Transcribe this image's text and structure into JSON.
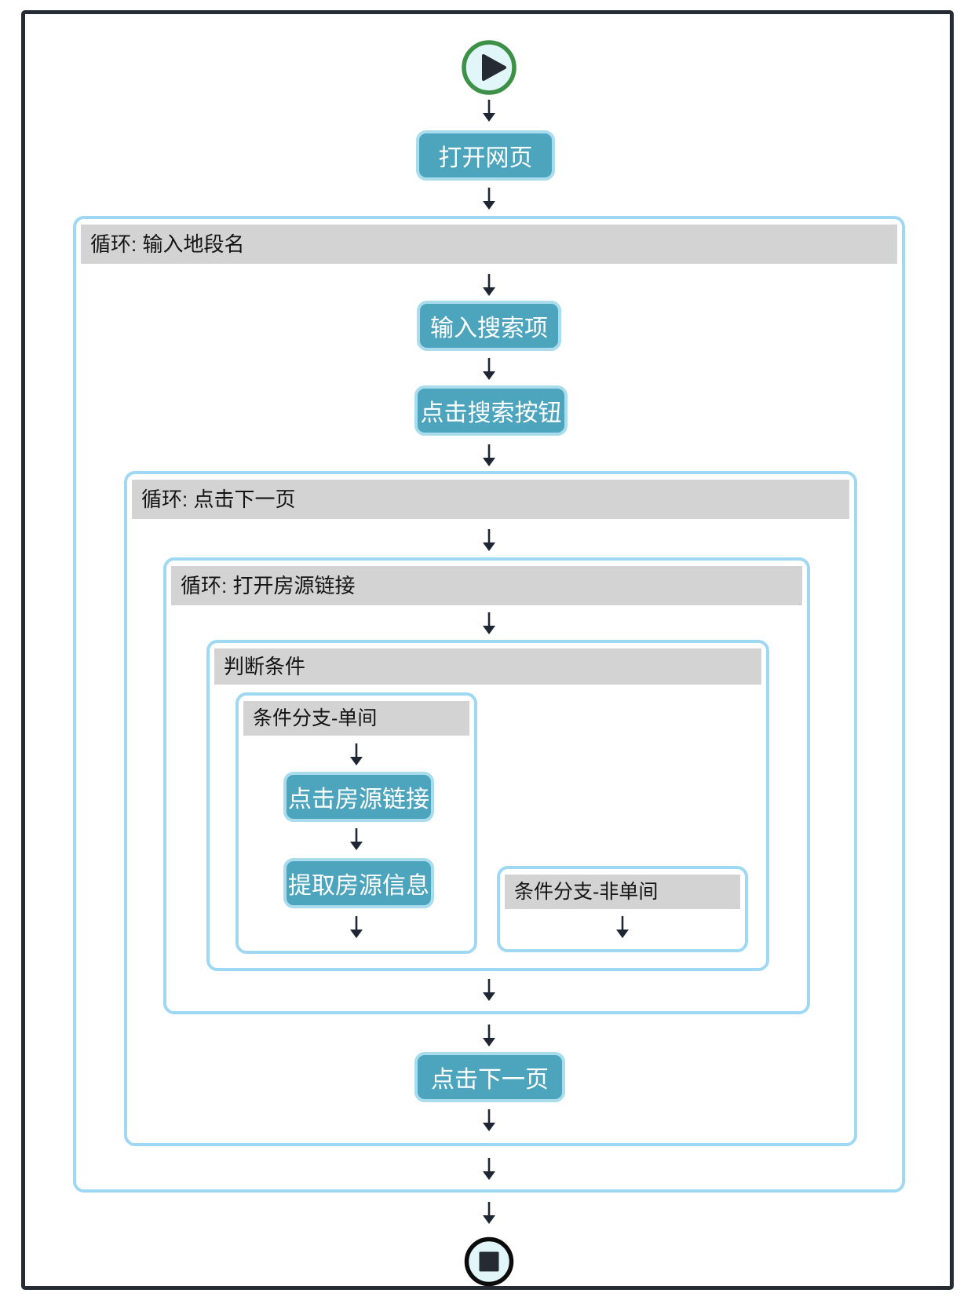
{
  "colors": {
    "frame": "#262a33",
    "loop_border": "#9fd8f2",
    "header_bg": "#d3d3d3",
    "header_text": "#141414",
    "button_bg": "#4da4bd",
    "button_border": "#a9dcec",
    "button_text": "#ffffff",
    "start_green": "#3c9147",
    "icon_fill": "#e0f6f9",
    "arrow": "#1f2633"
  },
  "icons": {
    "start": "play-icon",
    "stop": "stop-icon",
    "connector": "down-arrow-icon"
  },
  "nodes": {
    "open_webpage": {
      "label": "打开网页"
    },
    "loop_district": {
      "label": "循环: 输入地段名"
    },
    "input_search": {
      "label": "输入搜索项"
    },
    "click_search": {
      "label": "点击搜索按钮"
    },
    "loop_next_page": {
      "label": "循环: 点击下一页"
    },
    "loop_open_listing": {
      "label": "循环: 打开房源链接"
    },
    "condition": {
      "label": "判断条件"
    },
    "branch_single": {
      "label": "条件分支-单间"
    },
    "click_listing": {
      "label": "点击房源链接"
    },
    "extract_listing": {
      "label": "提取房源信息"
    },
    "branch_non_single": {
      "label": "条件分支-非单间"
    },
    "click_next_page": {
      "label": "点击下一页"
    }
  }
}
